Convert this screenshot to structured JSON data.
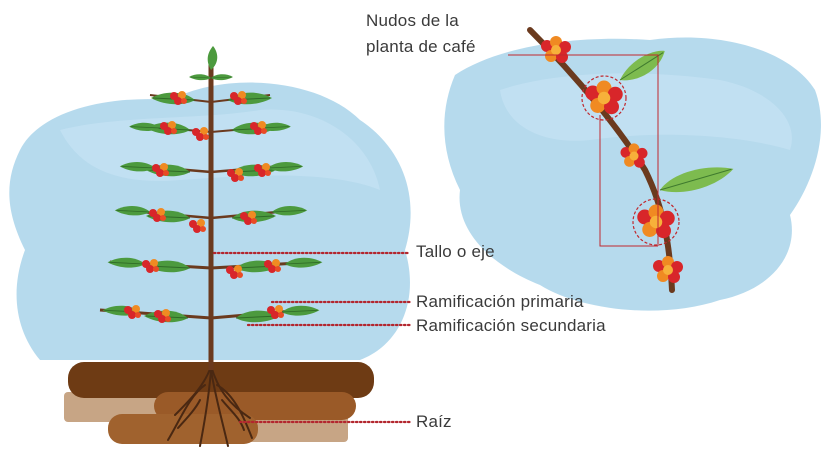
{
  "labels": {
    "nodes_line1": "Nudos de la",
    "nodes_line2": "planta de café",
    "stem": "Tallo o eje",
    "primary_branch": "Ramificación primaria",
    "secondary_branch": "Ramificación secundaria",
    "root": "Raíz"
  },
  "colors": {
    "watercolor": "#a9d3ea",
    "leaf": "#4c9a3e",
    "leaf_light": "#7dbb4f",
    "stem": "#6b3a1e",
    "berry_red": "#d8262a",
    "berry_orange": "#f08a22",
    "soil_dark": "#6e3b14",
    "soil_mid": "#9a5a28",
    "soil_light": "#c7a585",
    "leader_line": "#b3262e",
    "text": "#3a3a3a"
  },
  "icons": [
    "coffee-plant",
    "coffee-branch-closeup",
    "soil-layers"
  ]
}
